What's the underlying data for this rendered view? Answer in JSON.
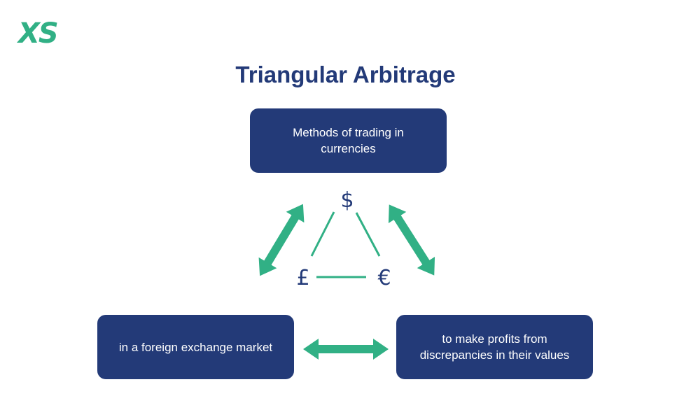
{
  "logo": "XS",
  "title": "Triangular Arbitrage",
  "boxes": {
    "top": "Methods of trading in currencies",
    "left": "in a foreign exchange market",
    "right": "to make profits from discrepancies in their values"
  },
  "currencies": {
    "dollar": "$",
    "pound": "£",
    "euro": "€"
  },
  "colors": {
    "navy": "#233a78",
    "green": "#31b085"
  }
}
